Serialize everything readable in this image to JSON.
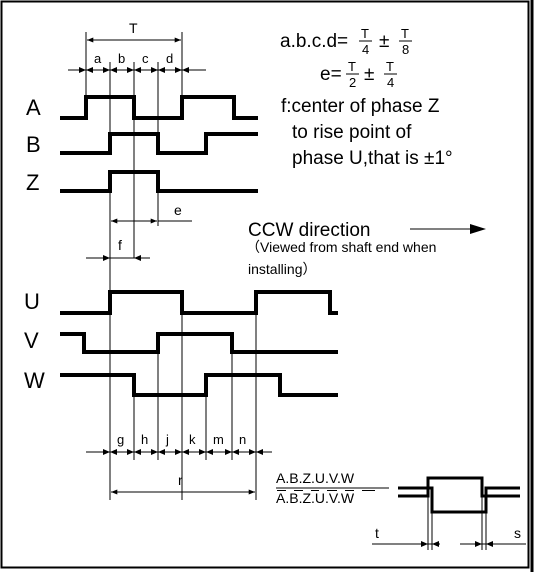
{
  "signals": {
    "encoder": [
      "A",
      "B",
      "Z"
    ],
    "commutation": [
      "U",
      "V",
      "W"
    ]
  },
  "period_label": "T",
  "segment_labels": {
    "top": [
      "a",
      "b",
      "c",
      "d"
    ],
    "e": "e",
    "f": "f",
    "bottom": [
      "g",
      "h",
      "j",
      "k",
      "m",
      "n"
    ],
    "r": "r"
  },
  "formulas": {
    "abcd": {
      "lhs": "a.b.c.d=",
      "f1_num": "T",
      "f1_den": "4",
      "pm": "±",
      "f2_num": "T",
      "f2_den": "8"
    },
    "e": {
      "lhs": "e=",
      "f1_num": "T",
      "f1_den": "2",
      "pm": "±",
      "f2_num": "T",
      "f2_den": "4"
    }
  },
  "notes": {
    "f_line1": "f:center of phase Z",
    "f_line2": "to rise point of",
    "f_line3": "phase U,that is ±1°"
  },
  "direction": {
    "title": "CCW direction",
    "sub1": "（Viewed from shaft end when",
    "sub2": "installing）"
  },
  "differential": {
    "top": "A.B.Z.U.V.W",
    "bottom": "A.B.Z.U.V.W",
    "t": "t",
    "s": "s"
  }
}
